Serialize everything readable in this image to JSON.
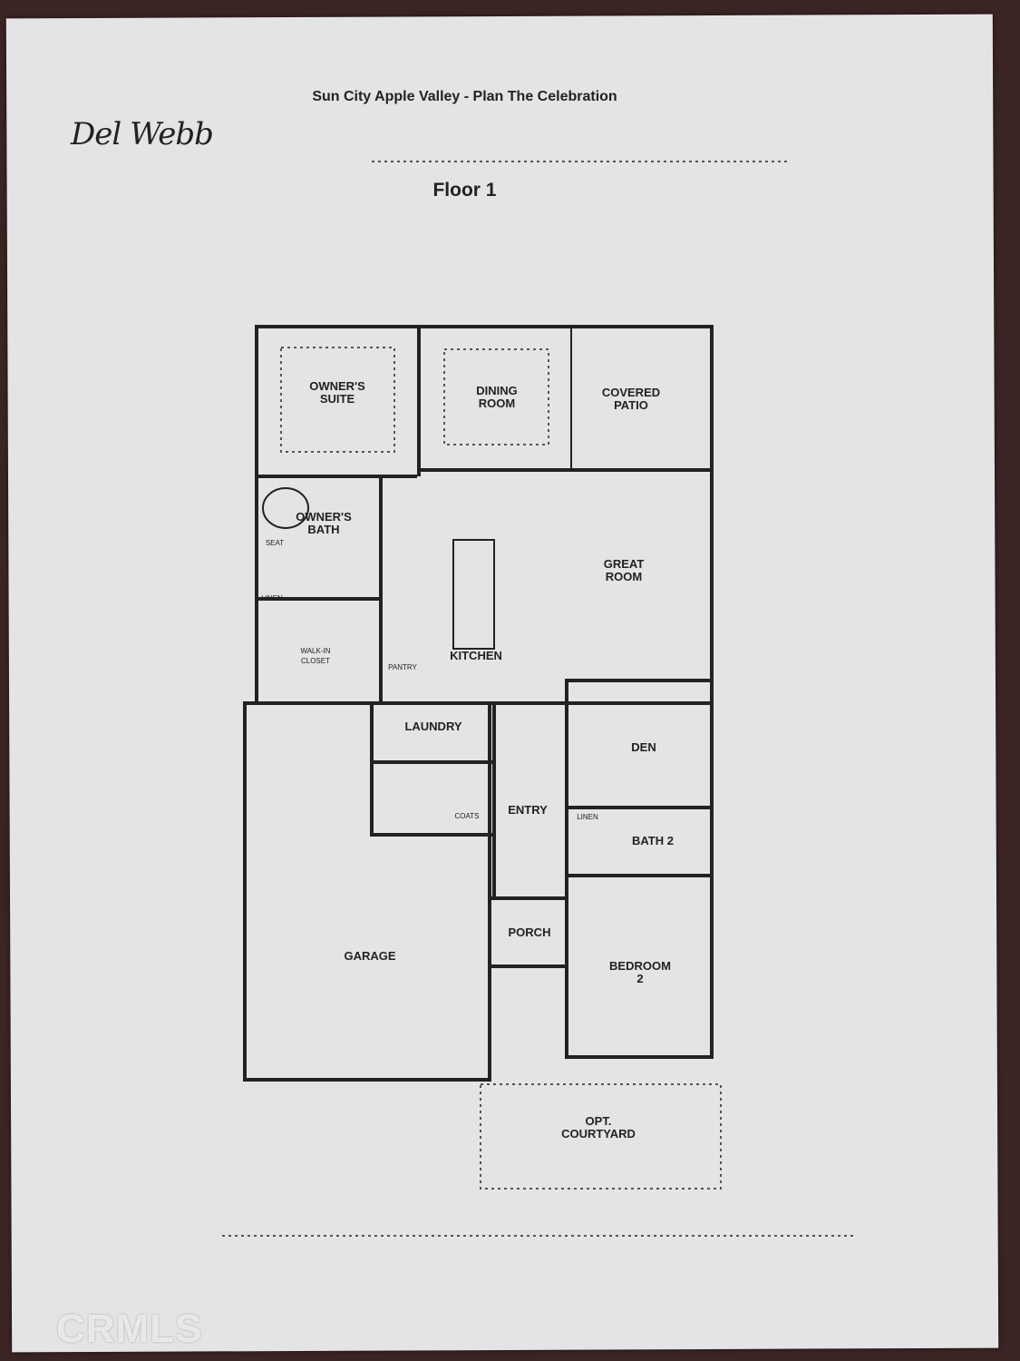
{
  "document": {
    "title": "Sun City Apple Valley - Plan The Celebration",
    "logo_text": "Del Webb",
    "floor_label": "Floor 1"
  },
  "rooms": {
    "owners_suite": [
      "OWNER'S",
      "SUITE"
    ],
    "dining_room": [
      "DINING",
      "ROOM"
    ],
    "covered_patio": [
      "COVERED",
      "PATIO"
    ],
    "owners_bath": [
      "OWNER'S",
      "BATH"
    ],
    "seat": "SEAT",
    "linen_owner": "LINEN",
    "walk_in_closet": [
      "WALK-IN",
      "CLOSET"
    ],
    "great_room": [
      "GREAT",
      "ROOM"
    ],
    "kitchen": "KITCHEN",
    "pantry": "PANTRY",
    "laundry": "LAUNDRY",
    "coats": "COATS",
    "entry": "ENTRY",
    "den": "DEN",
    "linen_bath2": "LINEN",
    "bath_2": "BATH 2",
    "porch": "PORCH",
    "bedroom_2": [
      "BEDROOM",
      "2"
    ],
    "garage": "GARAGE",
    "courtyard": [
      "OPT.",
      "COURTYARD"
    ]
  },
  "watermark": "CRMLS",
  "colors": {
    "background": "#3b2424",
    "paper": "#e4e4e6",
    "ink": "#222222"
  }
}
